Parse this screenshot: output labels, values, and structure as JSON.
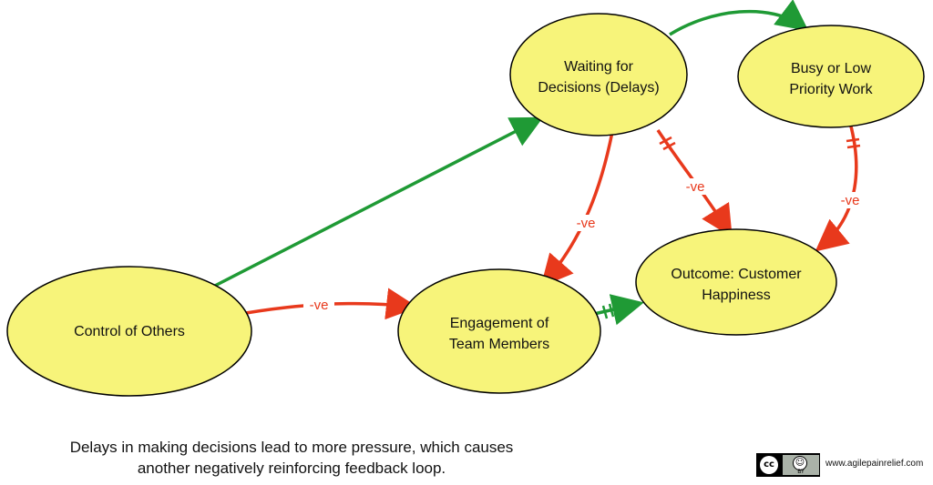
{
  "diagram": {
    "nodes": {
      "waiting": {
        "line1": "Waiting for",
        "line2": "Decisions (Delays)"
      },
      "busy": {
        "line1": "Busy or Low",
        "line2": "Priority Work"
      },
      "control": {
        "line1": "Control of Others"
      },
      "engagement": {
        "line1": "Engagement of",
        "line2": "Team Members"
      },
      "outcome": {
        "line1": "Outcome: Customer",
        "line2": "Happiness"
      }
    },
    "edge_labels": {
      "control_to_engagement": "-ve",
      "waiting_to_engagement": "-ve",
      "waiting_to_outcome": "-ve",
      "busy_to_outcome": "-ve"
    },
    "colors": {
      "node_fill": "#f7f47a",
      "positive_arrow": "#1f9a35",
      "negative_arrow": "#e8391c"
    }
  },
  "caption": {
    "line1": "Delays in making decisions lead to more pressure, which causes",
    "line2": "another negatively reinforcing feedback loop."
  },
  "license": {
    "cc": "cc",
    "by": "BY",
    "url": "www.agilepainrelief.com"
  }
}
